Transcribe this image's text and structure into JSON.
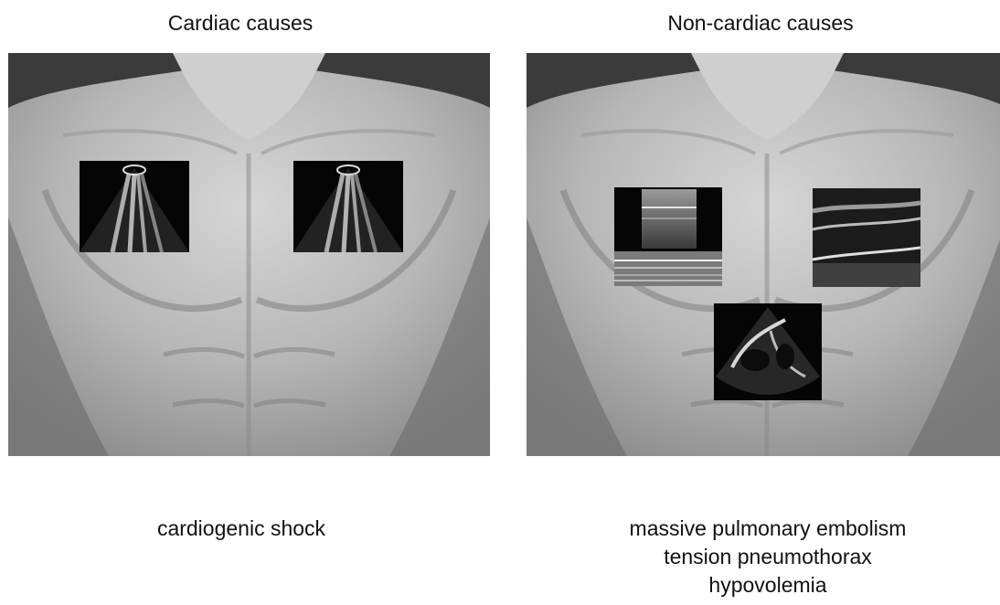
{
  "left": {
    "heading": "Cardiac causes",
    "captions": [
      "cardiogenic shock"
    ],
    "images": [
      "lung-ultrasound-b-lines-icon",
      "lung-ultrasound-b-lines-icon"
    ]
  },
  "right": {
    "heading": "Non-cardiac causes",
    "captions": [
      "massive pulmonary embolism",
      "tension pneumothorax",
      "hypovolemia"
    ],
    "images": [
      "lung-ultrasound-m-mode-icon",
      "vein-ultrasound-icon",
      "cardiac-ultrasound-icon"
    ]
  }
}
